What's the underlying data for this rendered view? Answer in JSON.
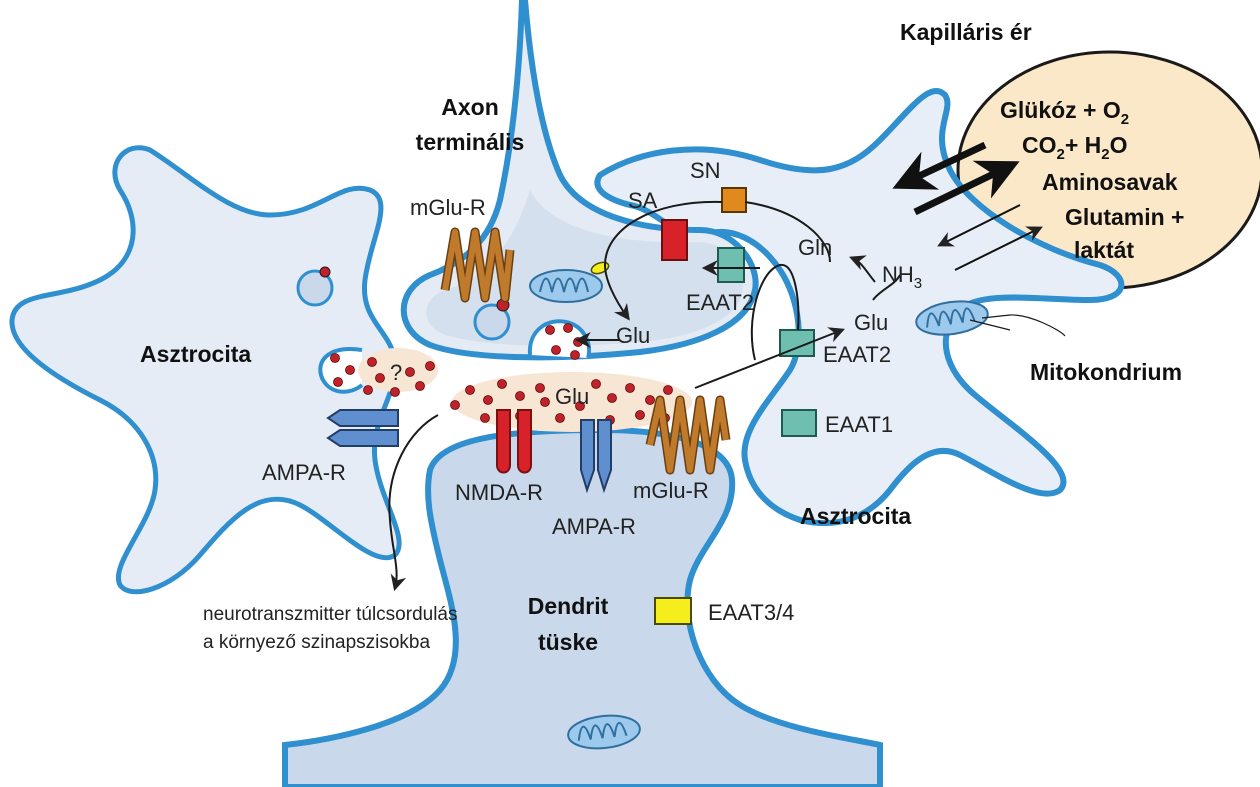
{
  "labels": {
    "axon": [
      "Axon",
      "terminális"
    ],
    "astrocyte_left": "Asztrocita",
    "astrocyte_right": "Asztrocita",
    "dendrite": [
      "Dendrit",
      "tüske"
    ],
    "capillary": "Kapilláris ér",
    "mitochondrion": "Mitokondrium",
    "mglur_top": "mGlu-R",
    "mglur_bottom": "mGlu-R",
    "ampar_left": "AMPA-R",
    "ampar_bottom": "AMPA-R",
    "nmdar": "NMDA-R",
    "sa": "SA",
    "sn": "SN",
    "gln": "Gln",
    "nh3": "NH",
    "nh3_sub": "3",
    "glu_terminal": "Glu",
    "glu_cleft": "Glu",
    "glu_astro": "Glu",
    "eaat2_a": "EAAT2",
    "eaat2_b": "EAAT2",
    "eaat1": "EAAT1",
    "eaat34": "EAAT3/4",
    "question": "?",
    "spillover": [
      "neurotranszmitter túlcsordulás",
      "a környező szinapszisokba"
    ]
  },
  "capillary_content": {
    "line1": "Glükóz + O",
    "line1_sub": "2",
    "line2_a": "CO",
    "line2_sub1": "2",
    "line2_b": "+ H",
    "line2_sub2": "2",
    "line2_c": "O",
    "line3": "Aminosavak",
    "line4": "Glutamin +",
    "line5": "laktát"
  },
  "colors": {
    "membrane": "#2f8fcf",
    "cell_fill": "#e4ebf5",
    "cell_fill_dark": "#c9d8ea",
    "capillary_fill": "#fbe8c8",
    "cleft_fill": "#f8e6d4",
    "vesicle_dot": "#c0222a",
    "receptor_blue": "#5f8fcf",
    "receptor_red": "#d8222a",
    "receptor_brown": "#b8742a",
    "transporter_teal": "#6fbfb0",
    "transporter_orange": "#e08a1e",
    "transporter_red": "#d8222a",
    "transporter_yellow": "#f4ee1c",
    "mito_fill": "#9cc9ec"
  },
  "icons": [
    "mitochondrion-icon",
    "synaptic-vesicle-icon",
    "receptor-icon",
    "transporter-icon",
    "arrow-icon"
  ]
}
